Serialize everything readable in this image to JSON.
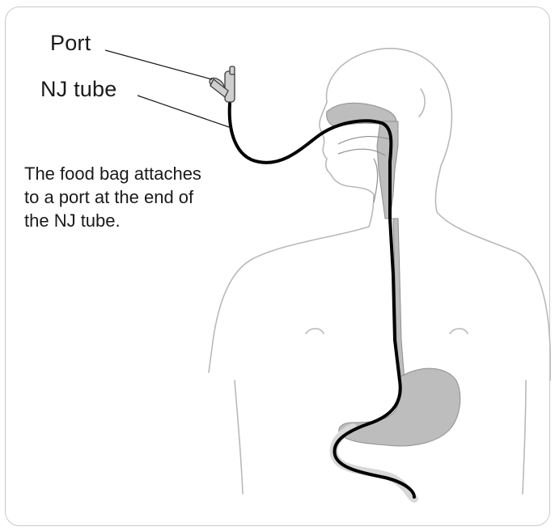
{
  "labels": {
    "port": "Port",
    "nj_tube": "NJ tube"
  },
  "caption": "The food bag attaches to a port at the end of the NJ tube.",
  "colors": {
    "outline": "#b9b9b9",
    "organ_fill": "#bdbdbd",
    "tube": "#000000",
    "frame_border": "#c9c9c9"
  }
}
